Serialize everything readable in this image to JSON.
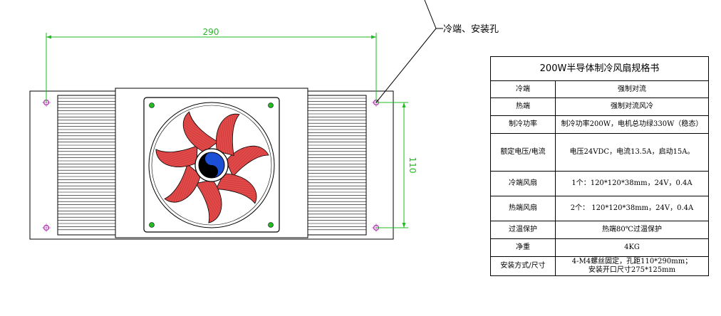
{
  "callout": {
    "label": "冷端、安装孔"
  },
  "dimensions": {
    "width_label": "290",
    "height_label": "110"
  },
  "spec_table": {
    "title": "200W半导体制冷风扇规格书",
    "rows": [
      {
        "key": "冷端",
        "value": "强制对流"
      },
      {
        "key": "热端",
        "value": "强制对流风冷"
      },
      {
        "key": "制冷功率",
        "value": "制冷功率200W，电机总功绿330W（稳态）"
      },
      {
        "key": "额定电压/电流",
        "value": "电压24VDC，电流13.5A，启动15A。"
      },
      {
        "key": "冷端风扇",
        "value": "1个：120*120*38mm，24V，0.4A"
      },
      {
        "key": "热端风扇",
        "value": "2个：  120*120*38mm，24V，0.4A"
      },
      {
        "key": "过温保护",
        "value": "热端80℃过温保护"
      },
      {
        "key": "净重",
        "value": "4KG"
      },
      {
        "key": "安装方式/尺寸",
        "value": "4-M4螺丝固定，孔距110*290mm；",
        "value2": "安装开口尺寸275*125mm"
      }
    ]
  },
  "colors": {
    "dimension": "#22bb22",
    "blade": "#e24a4a",
    "hub": "#1a4fd6",
    "hole": "#b030b0",
    "screw": "#22bb22"
  },
  "icons": {
    "fan": "fan-icon",
    "hub": "yin-yang-icon"
  }
}
